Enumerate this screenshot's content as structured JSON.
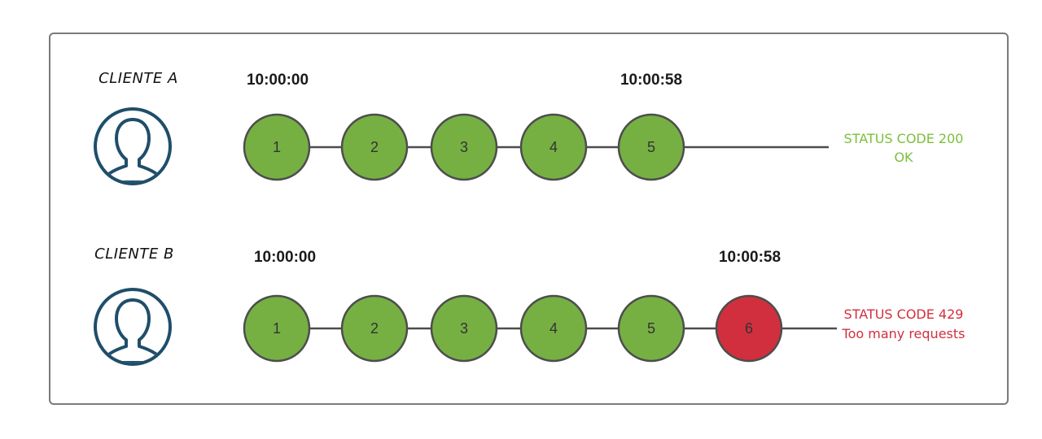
{
  "colors": {
    "node_ok": "#76b043",
    "node_error": "#d12f3d",
    "status_ok": "#7bbf3a",
    "status_error": "#d12f3d",
    "avatar": "#1f4e6a",
    "line": "#4d4d4d"
  },
  "rows": [
    {
      "client_label": "CLIENTE A",
      "time_start": "10:00:00",
      "time_end": "10:00:58",
      "nodes": [
        {
          "label": "1",
          "status": "ok"
        },
        {
          "label": "2",
          "status": "ok"
        },
        {
          "label": "3",
          "status": "ok"
        },
        {
          "label": "4",
          "status": "ok"
        },
        {
          "label": "5",
          "status": "ok"
        }
      ],
      "status_line1": "STATUS CODE 200",
      "status_line2": "OK",
      "status_kind": "ok"
    },
    {
      "client_label": "CLIENTE B",
      "time_start": "10:00:00",
      "time_end": "10:00:58",
      "nodes": [
        {
          "label": "1",
          "status": "ok"
        },
        {
          "label": "2",
          "status": "ok"
        },
        {
          "label": "3",
          "status": "ok"
        },
        {
          "label": "4",
          "status": "ok"
        },
        {
          "label": "5",
          "status": "ok"
        },
        {
          "label": "6",
          "status": "error"
        }
      ],
      "status_line1": "STATUS CODE 429",
      "status_line2": "Too many requests",
      "status_kind": "error"
    }
  ]
}
